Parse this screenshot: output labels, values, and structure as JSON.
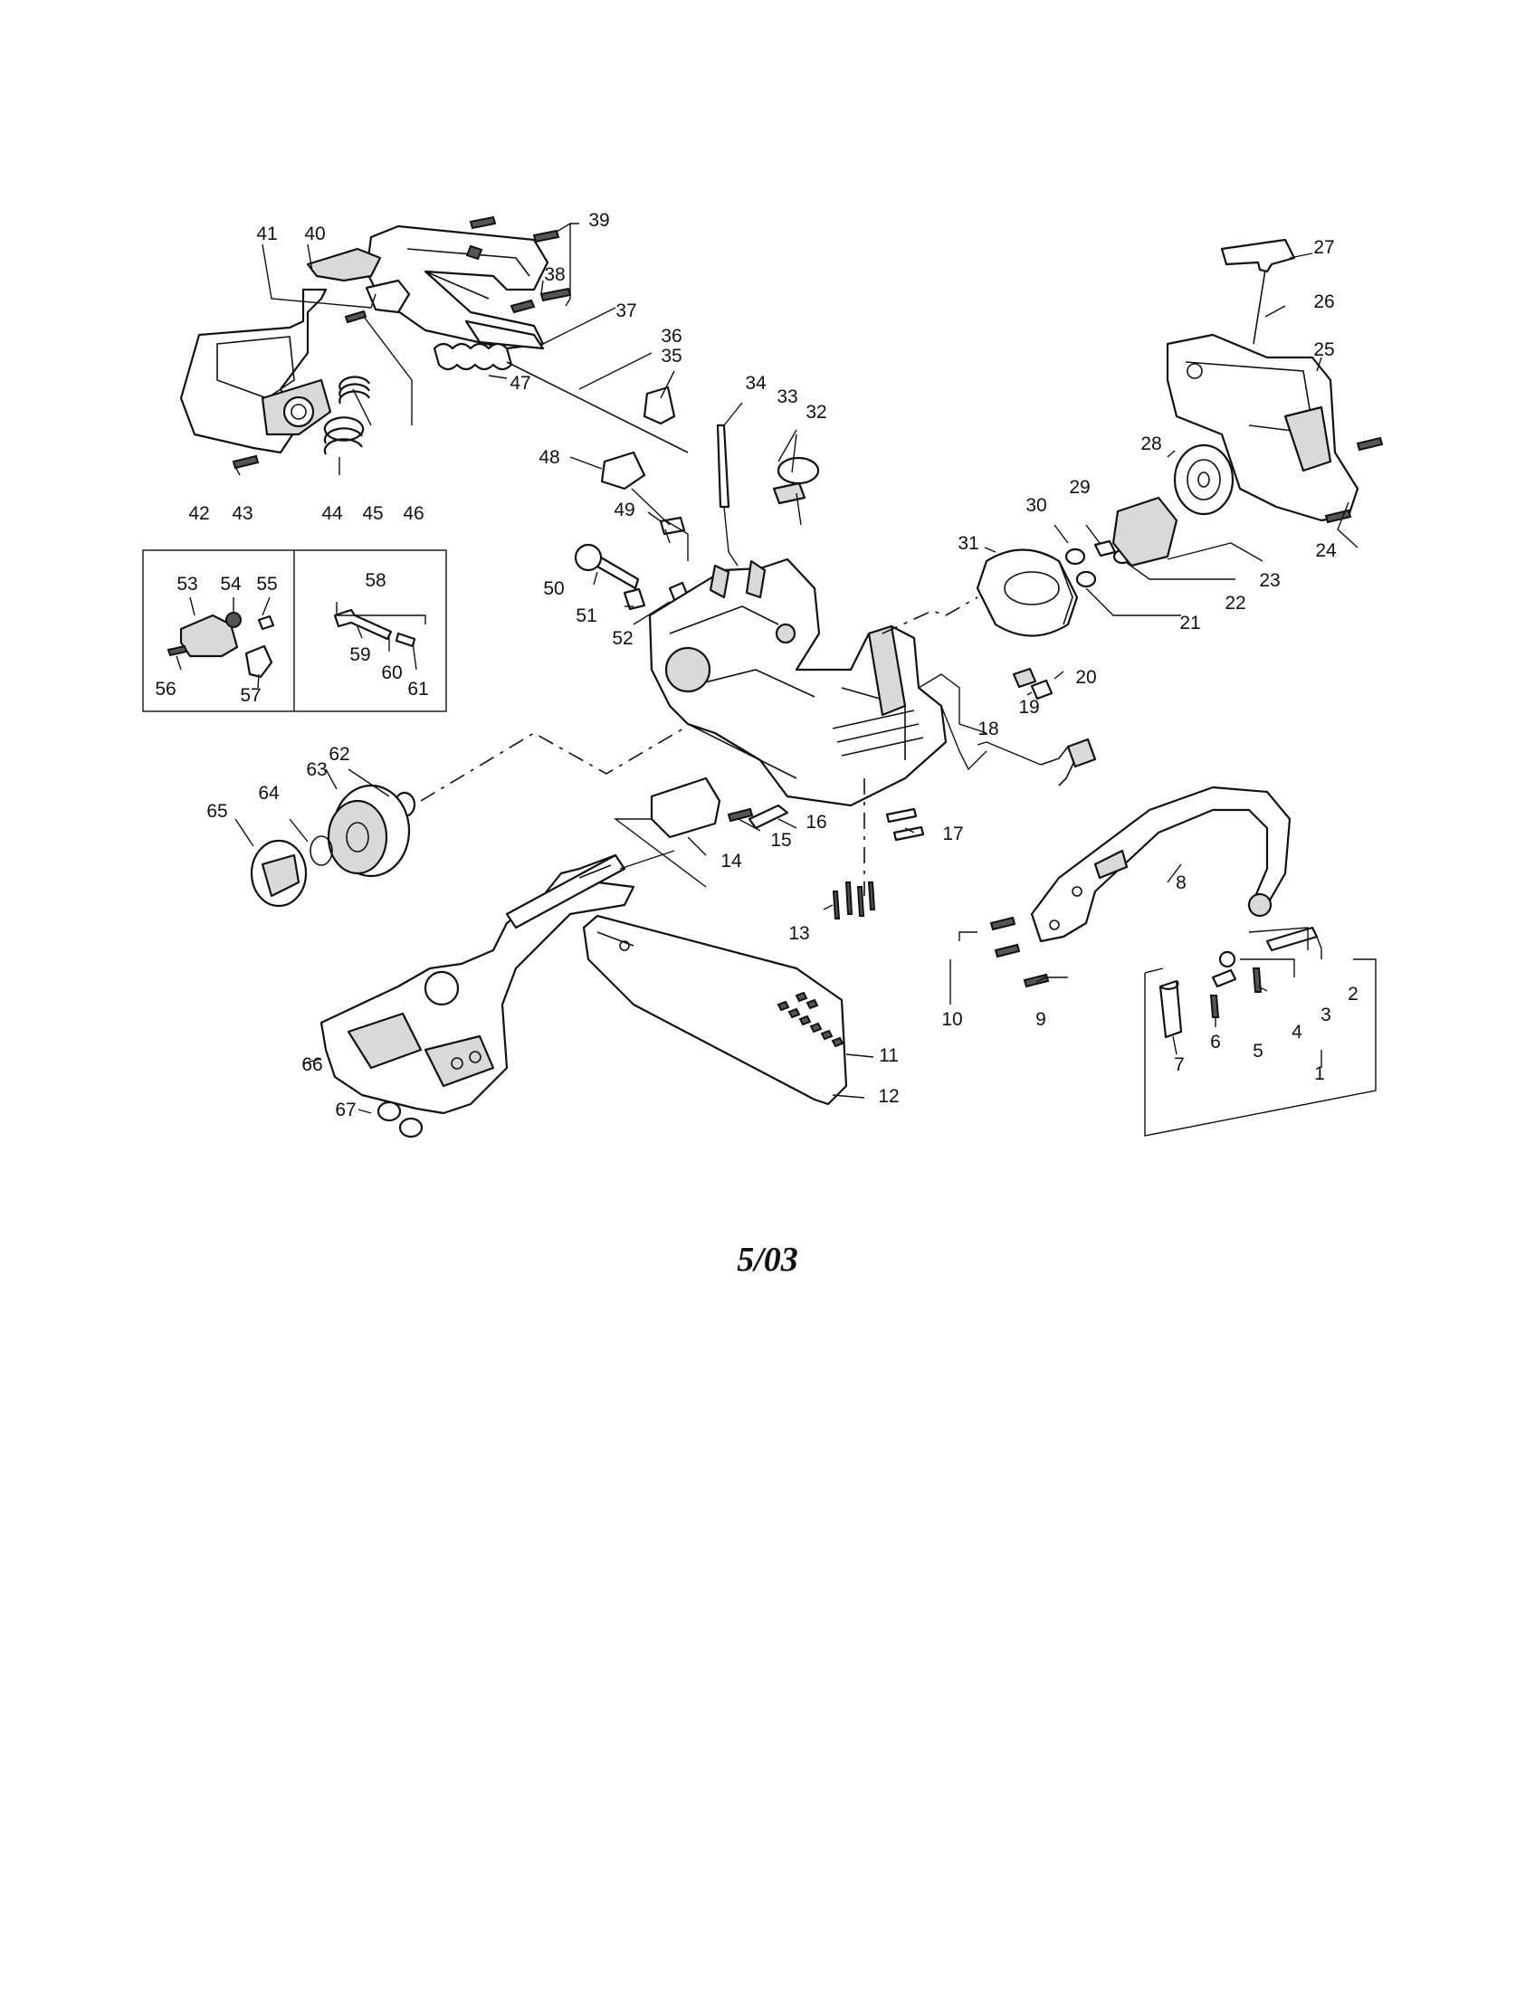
{
  "diagram": {
    "date_code": "5/03",
    "callouts": [
      "1",
      "2",
      "3",
      "4",
      "5",
      "6",
      "7",
      "8",
      "9",
      "10",
      "11",
      "12",
      "13",
      "14",
      "15",
      "16",
      "17",
      "18",
      "19",
      "20",
      "21",
      "22",
      "23",
      "24",
      "25",
      "26",
      "27",
      "28",
      "29",
      "30",
      "31",
      "32",
      "33",
      "34",
      "35",
      "36",
      "37",
      "38",
      "39",
      "40",
      "41",
      "42",
      "43",
      "44",
      "45",
      "46",
      "47",
      "48",
      "49",
      "50",
      "51",
      "52",
      "53",
      "54",
      "55",
      "56",
      "57",
      "58",
      "59",
      "60",
      "61",
      "62",
      "63",
      "64",
      "65",
      "66",
      "67"
    ]
  }
}
